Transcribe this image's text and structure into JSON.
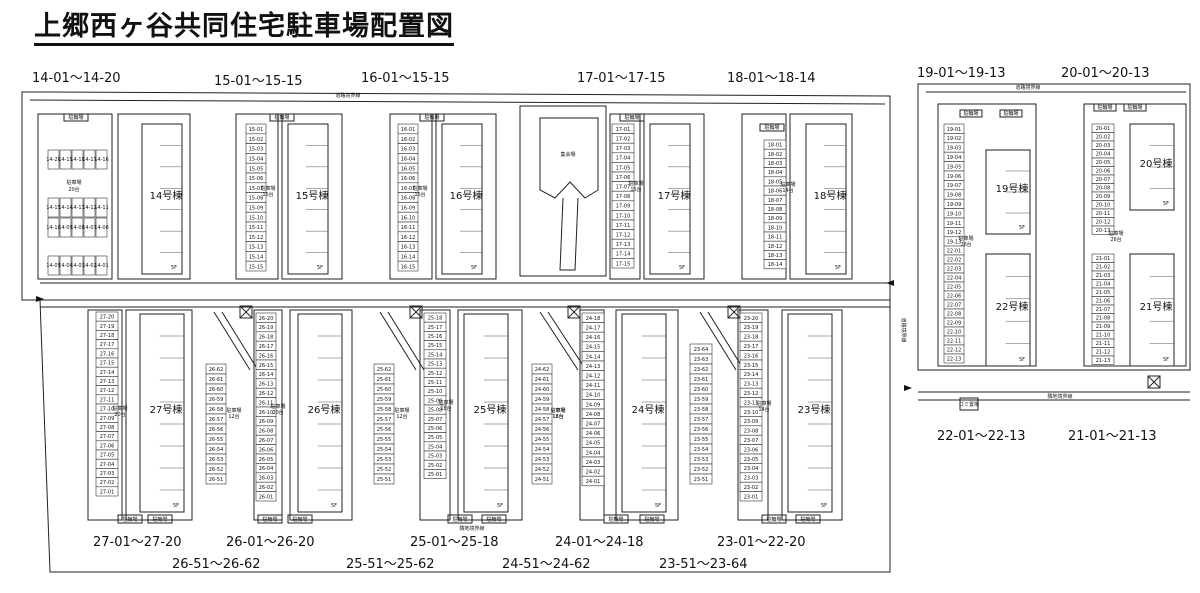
{
  "title": "上郷西ヶ谷共同住宅駐車場配置図",
  "range_labels": {
    "top": [
      "14-01～14-20",
      "15-01～15-15",
      "16-01～15-15",
      "17-01～17-15",
      "18-01～18-14",
      "19-01～19-13",
      "20-01～20-13"
    ],
    "bottom_row1": [
      "27-01～27-20",
      "26-01～26-20",
      "25-01～25-18",
      "24-01～24-18",
      "23-01～22-20"
    ],
    "bottom_row2": [
      "26-51～26-62",
      "25-51～25-62",
      "24-51～24-62",
      "23-51～23-64"
    ],
    "right_lower": [
      "22-01～22-13",
      "21-01～21-13"
    ]
  },
  "buildings": [
    {
      "id": "b14",
      "label": "14号棟",
      "floors": "5F"
    },
    {
      "id": "b15",
      "label": "15号棟",
      "floors": "5F"
    },
    {
      "id": "b16",
      "label": "16号棟",
      "floors": "5F"
    },
    {
      "id": "b17",
      "label": "17号棟",
      "floors": "5F"
    },
    {
      "id": "b18",
      "label": "18号棟",
      "floors": "5F"
    },
    {
      "id": "b19",
      "label": "19号棟",
      "floors": "5F"
    },
    {
      "id": "b20",
      "label": "20号棟",
      "floors": "5F"
    },
    {
      "id": "b21",
      "label": "21号棟",
      "floors": "5F"
    },
    {
      "id": "b22",
      "label": "22号棟",
      "floors": "5F"
    },
    {
      "id": "b23",
      "label": "23号棟",
      "floors": "5F"
    },
    {
      "id": "b24",
      "label": "24号棟",
      "floors": "5F"
    },
    {
      "id": "b25",
      "label": "25号棟",
      "floors": "5F"
    },
    {
      "id": "b26",
      "label": "26号棟",
      "floors": "5F"
    },
    {
      "id": "b27",
      "label": "27号棟",
      "floors": "5F"
    }
  ],
  "lots": [
    {
      "id": "p15",
      "prefix": "15",
      "start": 1,
      "end": 15,
      "order": "asc",
      "caption": "駐車場 15台"
    },
    {
      "id": "p16",
      "prefix": "16",
      "start": 1,
      "end": 15,
      "order": "asc",
      "caption": "駐車場 15台"
    },
    {
      "id": "p17",
      "prefix": "17",
      "start": 1,
      "end": 15,
      "order": "asc",
      "caption": "駐車場 15台"
    },
    {
      "id": "p18",
      "prefix": "18",
      "start": 1,
      "end": 14,
      "order": "asc",
      "caption": "駐車場 14台"
    },
    {
      "id": "p19",
      "prefix": "19",
      "start": 1,
      "end": 13,
      "order": "asc",
      "caption": ""
    },
    {
      "id": "p20",
      "prefix": "20",
      "start": 1,
      "end": 13,
      "order": "asc",
      "caption": "駐車場 26台"
    },
    {
      "id": "p21",
      "prefix": "21",
      "start": 1,
      "end": 13,
      "order": "asc",
      "caption": ""
    },
    {
      "id": "p22",
      "prefix": "22",
      "start": 1,
      "end": 13,
      "order": "asc",
      "caption": "駐車場 26台"
    },
    {
      "id": "p27",
      "prefix": "27",
      "start": 1,
      "end": 20,
      "order": "desc",
      "caption": "駐車場 20台"
    },
    {
      "id": "p26",
      "prefix": "26",
      "start": 1,
      "end": 20,
      "order": "desc",
      "caption": "駐車場 20台"
    },
    {
      "id": "p26b",
      "prefix": "26",
      "start": 51,
      "end": 62,
      "order": "desc",
      "caption": "駐車場 12台"
    },
    {
      "id": "p25",
      "prefix": "25",
      "start": 1,
      "end": 18,
      "order": "desc",
      "caption": "駐車場 18台"
    },
    {
      "id": "p25b",
      "prefix": "25",
      "start": 51,
      "end": 62,
      "order": "desc",
      "caption": "駐車場 12台"
    },
    {
      "id": "p24",
      "prefix": "24",
      "start": 1,
      "end": 18,
      "order": "desc",
      "caption": "駐車場 18台"
    },
    {
      "id": "p24b",
      "prefix": "24",
      "start": 51,
      "end": 62,
      "order": "desc",
      "caption": "駐車場 12台"
    },
    {
      "id": "p23",
      "prefix": "23",
      "start": 1,
      "end": 20,
      "order": "desc",
      "caption": "駐車場 14台"
    },
    {
      "id": "p23b",
      "prefix": "23",
      "start": 51,
      "end": 64,
      "order": "desc",
      "caption": ""
    }
  ],
  "lot14": {
    "prefix": "14",
    "cells": [
      "14-20",
      "14-19",
      "14-18",
      "14-17",
      "14-16",
      "14-15",
      "14-14",
      "14-13",
      "14-12",
      "14-11",
      "14-10",
      "14-09",
      "14-08",
      "14-07",
      "14-06",
      "14-05",
      "14-04",
      "14-03",
      "14-02",
      "14-01"
    ],
    "caption": "駐車場 20台"
  },
  "misc": {
    "bike": "駐輪場",
    "hall": "集会場",
    "garbage": "ゴミ置場",
    "road_top": "道路境界線",
    "road_bottom": "隣地境界線",
    "road_side": "道路境界線"
  }
}
